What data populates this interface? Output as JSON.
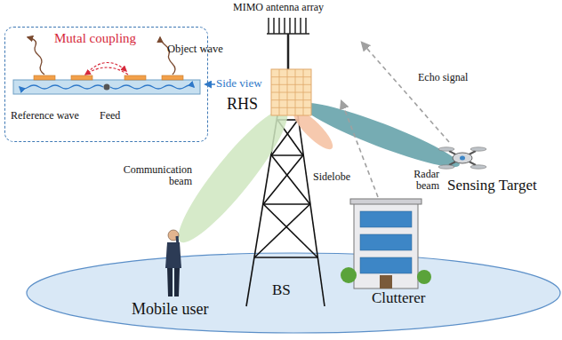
{
  "diagram": {
    "nodes": [
      {
        "text": [
          "Mutal coupling",
          "Object wave",
          "Reference wave",
          "Feed"
        ]
      }
    ],
    "labels": [
      "MIMO antenna array",
      "Side view",
      "RHS",
      "Echo signal",
      "Communication beam",
      "Radar beam",
      "Sidelobe",
      "Sensing Target",
      "Mobile user",
      "BS",
      "Clutterer"
    ]
  }
}
